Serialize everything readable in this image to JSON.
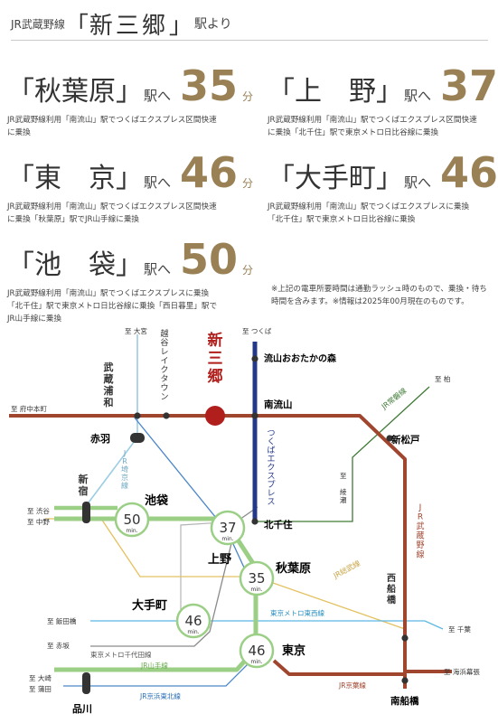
{
  "header": {
    "line_name": "JR武蔵野線",
    "station": "新三郷",
    "suffix": "駅より"
  },
  "routes": [
    {
      "open": "「",
      "name": "秋葉原",
      "close": "」",
      "eki_he": "駅へ",
      "minutes": "35",
      "unit": "分",
      "desc": [
        "JR武蔵野線利用「南流山」駅でつくばエクスプレス区間快速",
        "に乗換"
      ]
    },
    {
      "open": "「",
      "name": "上　野",
      "close": "」",
      "eki_he": "駅へ",
      "minutes": "37",
      "unit": "分",
      "desc": [
        "JR武蔵野線利用「南流山」駅でつくばエクスプレス区間快速",
        "に乗換「北千住」駅で東京メトロ日比谷線に乗換"
      ]
    },
    {
      "open": "「",
      "name": "東　京",
      "close": "」",
      "eki_he": "駅へ",
      "minutes": "46",
      "unit": "分",
      "desc": [
        "JR武蔵野線利用「南流山」駅でつくばエクスプレス区間快速",
        "に乗換「秋葉原」駅でJR山手線に乗換"
      ]
    },
    {
      "open": "「",
      "name": "大手町",
      "close": "」",
      "eki_he": "駅へ",
      "minutes": "46",
      "unit": "分",
      "desc": [
        "JR武蔵野線利用「南流山」駅でつくばエクスプレスに乗換",
        "「北千住」駅で東京メトロ日比谷線に乗換"
      ]
    },
    {
      "open": "「",
      "name": "池　袋",
      "close": "」",
      "eki_he": "駅へ",
      "minutes": "50",
      "unit": "分",
      "desc": [
        "JR武蔵野線利用「南流山」駅でつくばエクスプレスに乗換",
        "「北千住」駅で東京メトロ日比谷線に乗換「西日暮里」駅で",
        "JR山手線に乗換"
      ]
    }
  ],
  "note": [
    "※上記の電車所要時間は通勤ラッシュ時のもので、乗換・待ち",
    "時間を含みます。※情報は2025年00月現在のものです。"
  ],
  "map": {
    "colors": {
      "musashino": "#a0452e",
      "tx": "#24388a",
      "yamanote": "#9ccf86",
      "saikyo": "#9dcde2",
      "joban": "#3e7a35",
      "sobu": "#e4c15f",
      "tozai": "#5cb8e4",
      "chiyoda": "#8a8a8a",
      "keiyo": "#a0452e",
      "hibiya": "#b5b5b5",
      "accent_red": "#b01f1c"
    },
    "stations": {
      "shinmisato": "新三郷",
      "nagareyama": "流山おおたかの森",
      "minaminagareyama": "南流山",
      "koshigaya": "越谷レイクタウン",
      "musashiurawa": "武蔵浦和",
      "akabane": "赤羽",
      "shinjuku": "新宿",
      "ikebukuro": "池袋",
      "kitasenju": "北千住",
      "ueno": "上野",
      "akihabara": "秋葉原",
      "otemachi": "大手町",
      "tokyo": "東京",
      "shinagawa": "品川",
      "shinmatsudo": "新松戸",
      "nishifunabashi": "西船橋",
      "minamifunabashi": "南船橋"
    },
    "directions": {
      "omiya": "至 大宮",
      "tsukuba": "至 つくば",
      "kashiwa": "至 柏",
      "fuchu": "至 府中本町",
      "ayase": "至 綾瀬",
      "shibuya": "至 渋谷",
      "nakano": "至 中野",
      "iidabashi": "至 飯田橋",
      "akasaka": "至 赤坂",
      "chiba": "至 千葉",
      "kaihin": "至 海浜幕張",
      "osaki": "至 大崎",
      "kamata": "至 蒲田"
    },
    "lines": {
      "tx": "つくばエクスプレス",
      "saikyo": "JR埼京線",
      "joban": "JR常磐線",
      "musashino": "JR武蔵野線",
      "sobu": "JR総武線",
      "tozai": "東京メトロ東西線",
      "chiyoda": "東京メトロ千代田線",
      "yamanote": "JR山手線",
      "keihin": "JR京浜東北線",
      "keiyo": "JR京葉線"
    },
    "badges": [
      {
        "id": "ikebukuro",
        "value": "50",
        "unit": "min."
      },
      {
        "id": "ueno",
        "value": "37",
        "unit": "min."
      },
      {
        "id": "akihabara",
        "value": "35",
        "unit": "min."
      },
      {
        "id": "otemachi",
        "value": "46",
        "unit": "min."
      },
      {
        "id": "tokyo",
        "value": "46",
        "unit": "min."
      }
    ]
  }
}
